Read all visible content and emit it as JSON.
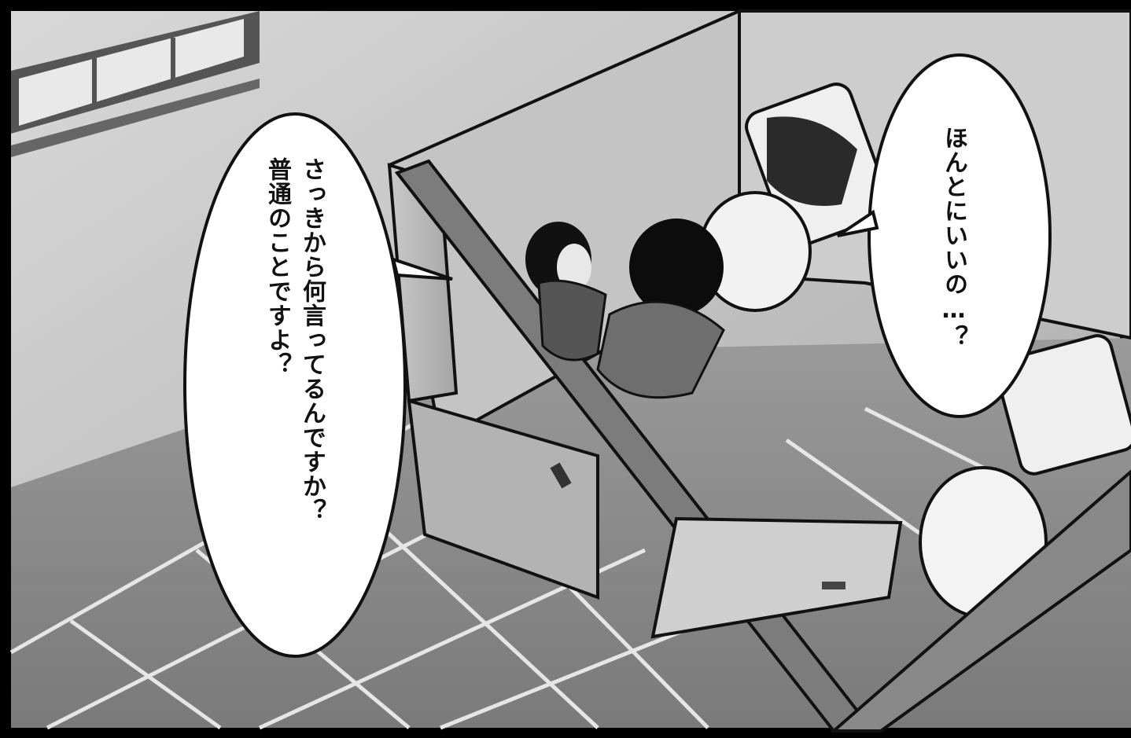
{
  "panel": {
    "colors": {
      "frame": "#000000",
      "wall": "#bdbdbd",
      "floor_tile": "#8c8c8c",
      "grout": "#e6e6e6",
      "bubble": "#ffffff"
    }
  },
  "speech": {
    "left_bubble": {
      "lines": [
        "さっきから何言ってるんですか？",
        "普通のことですよ？"
      ]
    },
    "right_bubble": {
      "lines": [
        "ほんとにいいの…？"
      ]
    }
  }
}
